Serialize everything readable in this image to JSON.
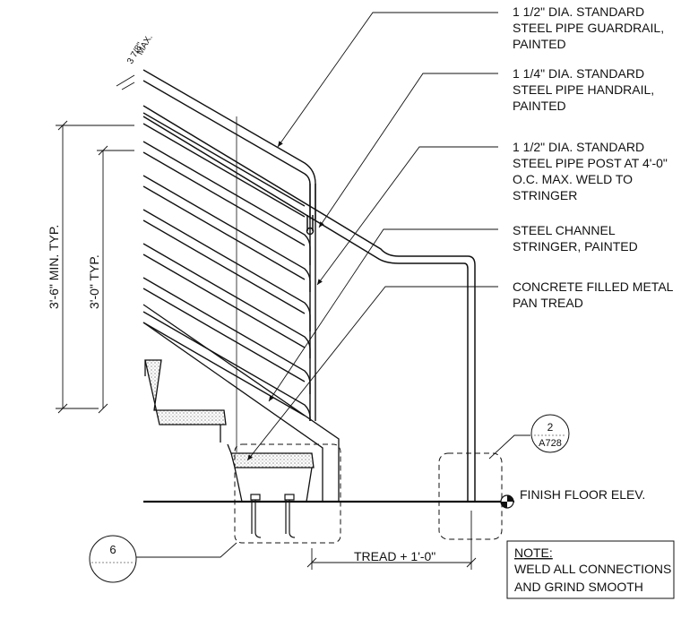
{
  "callouts": {
    "guardrail": [
      "1 1/2\" DIA. STANDARD",
      "STEEL PIPE GUARDRAIL,",
      "PAINTED"
    ],
    "handrail": [
      "1 1/4\" DIA. STANDARD",
      "STEEL PIPE HANDRAIL,",
      "PAINTED"
    ],
    "post": [
      "1 1/2\" DIA. STANDARD",
      "STEEL PIPE POST AT 4'-0\"",
      "O.C. MAX. WELD TO",
      "STRINGER"
    ],
    "stringer": [
      "STEEL CHANNEL",
      "STRINGER, PAINTED"
    ],
    "tread": [
      "CONCRETE FILLED METAL",
      "PAN TREAD"
    ],
    "finish_floor": "FINISH FLOOR ELEV."
  },
  "dimensions": {
    "rail_spacing_1": "3 7/8\"",
    "rail_spacing_2": "MAX.",
    "min_height": "3'-6\" MIN. TYP.",
    "handrail_height": "3'-0\" TYP.",
    "tread_extension": "TREAD + 1'-0\""
  },
  "detail_tag": {
    "number": "2",
    "sheet": "A728"
  },
  "drawing_number": "6",
  "note": {
    "title": "NOTE:",
    "lines": [
      "WELD ALL CONNECTIONS",
      "AND GRIND SMOOTH"
    ]
  }
}
